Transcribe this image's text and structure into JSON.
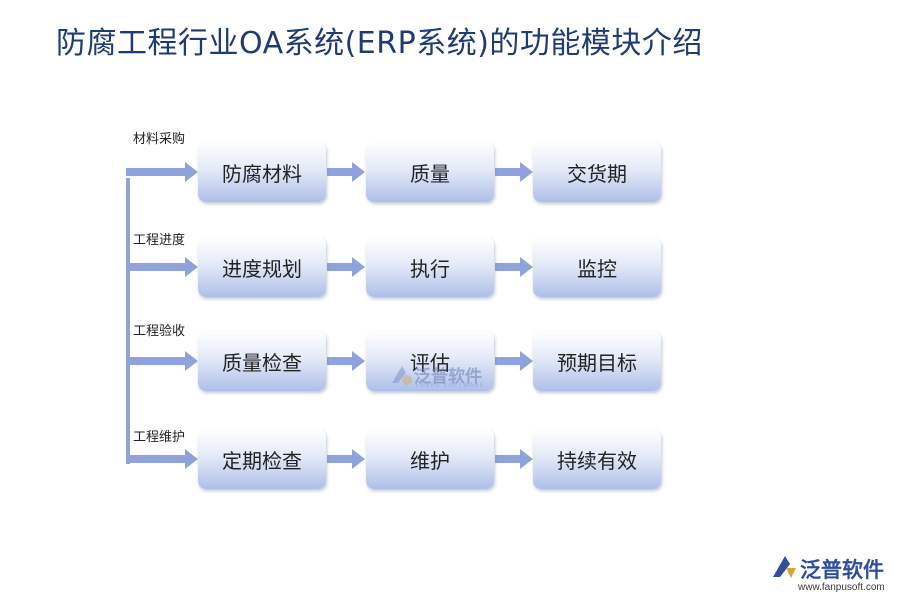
{
  "title": "防腐工程行业OA系统(ERP系统)的功能模块介绍",
  "rows": [
    {
      "label": "材料采购",
      "steps": [
        "防腐材料",
        "质量",
        "交货期"
      ]
    },
    {
      "label": "工程进度",
      "steps": [
        "进度规划",
        "执行",
        "监控"
      ]
    },
    {
      "label": "工程验收",
      "steps": [
        "质量检查",
        "评估",
        "预期目标"
      ]
    },
    {
      "label": "工程维护",
      "steps": [
        "定期检查",
        "维护",
        "持续有效"
      ]
    }
  ],
  "watermark": {
    "text": "泛普软件",
    "subtext": "FANPU SOFTWARE"
  },
  "brand": {
    "name": "泛普软件",
    "url": "www.fanpusoft.com"
  },
  "colors": {
    "arrow": "#8fa2dc",
    "title": "#1f3b73",
    "box_bottom": "#aebfe8"
  },
  "icons": [
    "fanpu-logo-icon"
  ]
}
